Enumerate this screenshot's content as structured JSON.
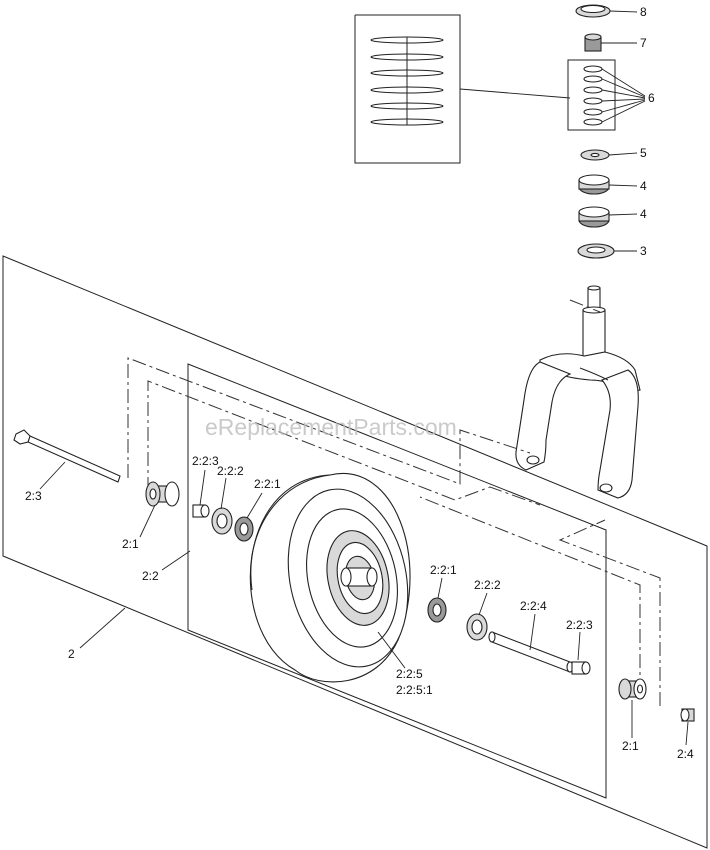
{
  "watermark": "eReplacementParts.com",
  "callouts": {
    "c8": "8",
    "c7": "7",
    "c6": "6",
    "c5": "5",
    "c4a": "4",
    "c4b": "4",
    "c3": "3",
    "c2_3": "2:3",
    "c2_1_left": "2:1",
    "c2_2": "2:2",
    "c2": "2",
    "c2_2_3_top": "2:2:3",
    "c2_2_2_top": "2:2:2",
    "c2_2_1_top": "2:2:1",
    "c2_2_1_mid": "2:2:1",
    "c2_2_2_mid": "2:2:2",
    "c2_2_4": "2:2:4",
    "c2_2_3_right": "2:2:3",
    "c2_2_5": "2:2:5",
    "c2_2_5_1": "2:2:5:1",
    "c2_1_right": "2:1",
    "c2_4": "2:4"
  }
}
